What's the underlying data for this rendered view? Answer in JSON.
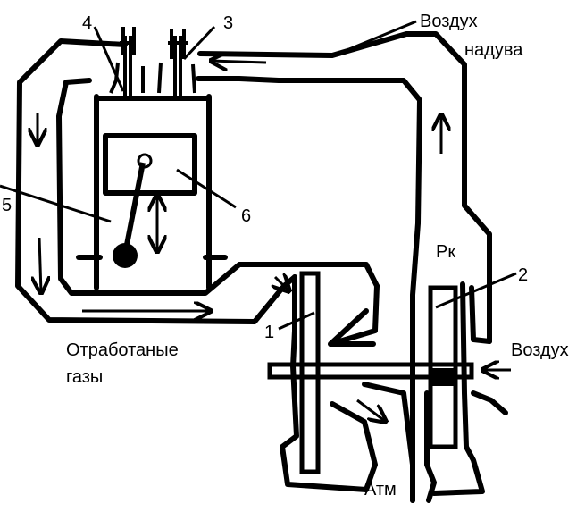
{
  "labels": {
    "n1": "1",
    "n2": "2",
    "n3": "3",
    "n4": "4",
    "n5": "5",
    "n6": "6",
    "boost_air_line1": "Воздух",
    "boost_air_line2": "надува",
    "pk": "Рк",
    "air": "Воздух",
    "exhaust_line1": "Отработаные",
    "exhaust_line2": "газы",
    "atm": "Атм"
  },
  "colors": {
    "stroke": "#000000",
    "background": "#ffffff"
  }
}
